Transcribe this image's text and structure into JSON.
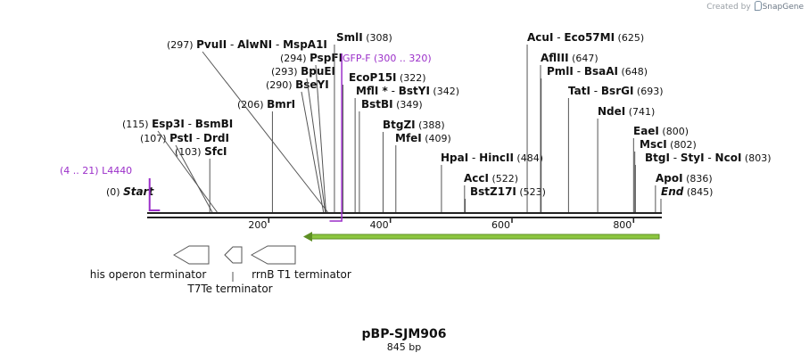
{
  "credit": {
    "prefix": "Created by",
    "brand": "SnapGene"
  },
  "plasmid": {
    "name": "pBP-SJM906",
    "length_label": "845 bp",
    "length": 845
  },
  "colors": {
    "primer": "#9b2fc9",
    "feature_green": "#7cc242",
    "backbone": "#222222",
    "terminator_outline": "#555555"
  },
  "axis": {
    "ticks": [
      200,
      400,
      600,
      800
    ]
  },
  "primers": [
    {
      "label": "L4440",
      "range": "(4 .. 21)",
      "start": 4,
      "end": 21
    },
    {
      "label": "GFP-F",
      "range": "(300 .. 320)",
      "start": 300,
      "end": 320
    }
  ],
  "features": [
    {
      "label": "his operon terminator",
      "kind": "terminator"
    },
    {
      "label": "T7Te terminator",
      "kind": "terminator"
    },
    {
      "label": "rrnB T1 terminator",
      "kind": "terminator"
    },
    {
      "label": "",
      "kind": "green-arrow"
    }
  ],
  "sites": [
    {
      "enzymes": [
        "Start"
      ],
      "pos": "(0)",
      "bp": 0,
      "italic": true
    },
    {
      "enzymes": [
        "SfcI"
      ],
      "pos": "(103)",
      "bp": 103
    },
    {
      "enzymes": [
        "PstI",
        "DrdI"
      ],
      "pos": "(107)",
      "bp": 107
    },
    {
      "enzymes": [
        "Esp3I",
        "BsmBI"
      ],
      "pos": "(115)",
      "bp": 115
    },
    {
      "enzymes": [
        "BmrI"
      ],
      "pos": "(206)",
      "bp": 206
    },
    {
      "enzymes": [
        "BseYI"
      ],
      "pos": "(290)",
      "bp": 290
    },
    {
      "enzymes": [
        "BpuEI"
      ],
      "pos": "(293)",
      "bp": 293
    },
    {
      "enzymes": [
        "PspFI"
      ],
      "pos": "(294)",
      "bp": 294
    },
    {
      "enzymes": [
        "PvuII",
        "AlwNI",
        "MspA1I"
      ],
      "pos": "(297)",
      "bp": 297
    },
    {
      "enzymes": [
        "SmlI"
      ],
      "pos": "(308)",
      "bp": 308
    },
    {
      "enzymes": [
        "EcoP15I"
      ],
      "pos": "(322)",
      "bp": 322
    },
    {
      "enzymes": [
        "MflI *",
        "BstYI"
      ],
      "pos": "(342)",
      "bp": 342
    },
    {
      "enzymes": [
        "BstBI"
      ],
      "pos": "(349)",
      "bp": 349
    },
    {
      "enzymes": [
        "BtgZI"
      ],
      "pos": "(388)",
      "bp": 388
    },
    {
      "enzymes": [
        "MfeI"
      ],
      "pos": "(409)",
      "bp": 409
    },
    {
      "enzymes": [
        "HpaI",
        "HincII"
      ],
      "pos": "(484)",
      "bp": 484
    },
    {
      "enzymes": [
        "AccI"
      ],
      "pos": "(522)",
      "bp": 522
    },
    {
      "enzymes": [
        "BstZ17I"
      ],
      "pos": "(523)",
      "bp": 523
    },
    {
      "enzymes": [
        "AcuI",
        "Eco57MI"
      ],
      "pos": "(625)",
      "bp": 625
    },
    {
      "enzymes": [
        "AflIII"
      ],
      "pos": "(647)",
      "bp": 647
    },
    {
      "enzymes": [
        "PmlI",
        "BsaAI"
      ],
      "pos": "(648)",
      "bp": 648
    },
    {
      "enzymes": [
        "TatI",
        "BsrGI"
      ],
      "pos": "(693)",
      "bp": 693
    },
    {
      "enzymes": [
        "NdeI"
      ],
      "pos": "(741)",
      "bp": 741
    },
    {
      "enzymes": [
        "EaeI"
      ],
      "pos": "(800)",
      "bp": 800
    },
    {
      "enzymes": [
        "MscI"
      ],
      "pos": "(802)",
      "bp": 802
    },
    {
      "enzymes": [
        "BtgI",
        "StyI",
        "NcoI"
      ],
      "pos": "(803)",
      "bp": 803
    },
    {
      "enzymes": [
        "ApoI"
      ],
      "pos": "(836)",
      "bp": 836
    },
    {
      "enzymes": [
        "End"
      ],
      "pos": "(845)",
      "bp": 845,
      "italic": true
    }
  ]
}
